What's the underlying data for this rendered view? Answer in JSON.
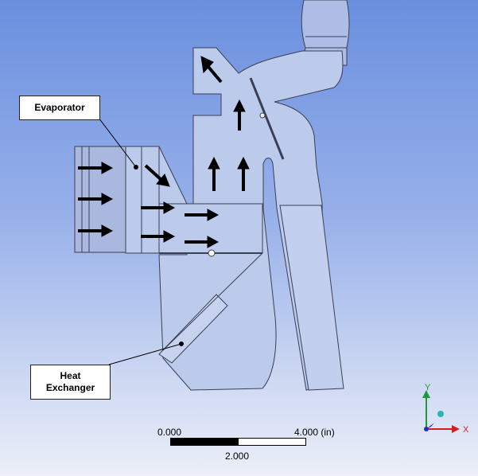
{
  "callouts": {
    "evaporator": "Evaporator",
    "heat_exchanger": "Heat Exchanger"
  },
  "scale": {
    "left": "0.000",
    "right": "4.000 (in)",
    "middle": "2.000"
  },
  "triad": {
    "x": "X",
    "y": "Y"
  },
  "colors": {
    "body_fill": "#b9c6ea",
    "outline": "#3a3f55",
    "arrow": "#000000",
    "axis_x": "#d12020",
    "axis_y": "#1f9a3a",
    "axis_z": "#1f2fc4"
  }
}
